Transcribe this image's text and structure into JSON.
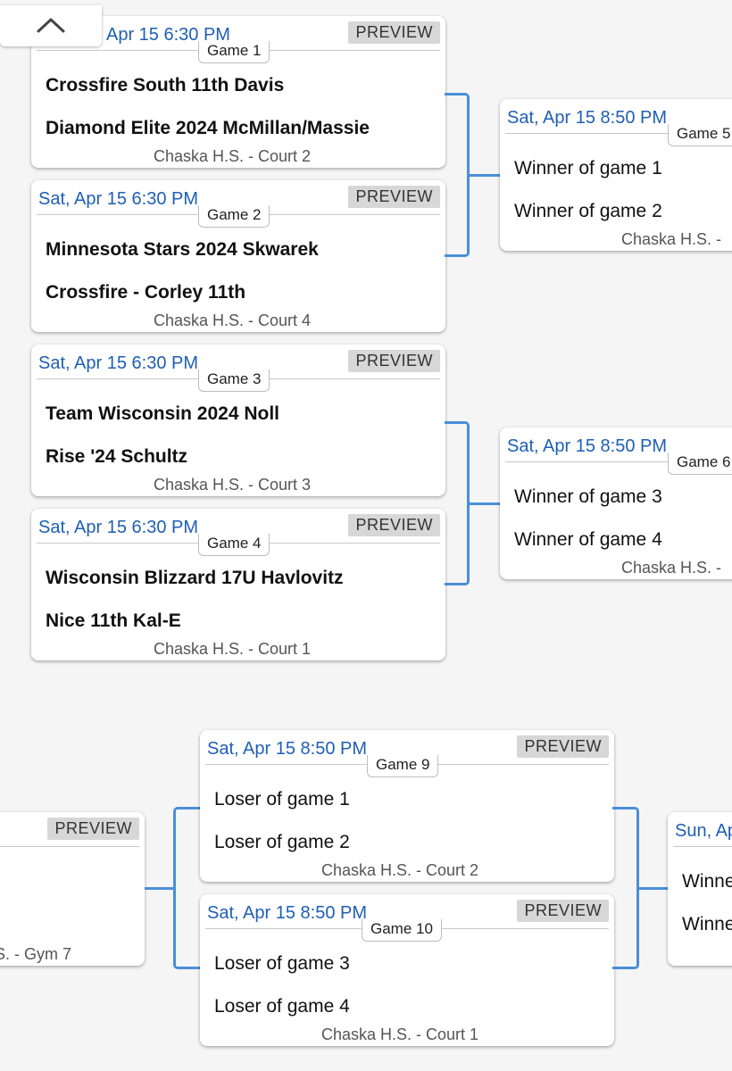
{
  "ui": {
    "preview": "PREVIEW",
    "collapse_icon": "chevron-up-icon"
  },
  "top": {
    "games": [
      {
        "datetime": "Apr 15 6:30 PM",
        "game": "Game 1",
        "team1": "Crossfire South 11th Davis",
        "team2": "Diamond Elite 2024 McMillan/Massie",
        "location": "Chaska H.S. - Court 2"
      },
      {
        "datetime": "Sat, Apr 15 6:30 PM",
        "game": "Game 2",
        "team1": "Minnesota Stars 2024 Skwarek",
        "team2": "Crossfire - Corley 11th",
        "location": "Chaska H.S. - Court 4"
      },
      {
        "datetime": "Sat, Apr 15 6:30 PM",
        "game": "Game 3",
        "team1": "Team Wisconsin 2024 Noll",
        "team2": "Rise '24 Schultz",
        "location": "Chaska H.S. - Court 3"
      },
      {
        "datetime": "Sat, Apr 15 6:30 PM",
        "game": "Game 4",
        "team1": "Wisconsin Blizzard 17U Havlovitz",
        "team2": "Nice 11th Kal-E",
        "location": "Chaska H.S. - Court 1"
      }
    ],
    "next": [
      {
        "datetime": "Sat, Apr 15 8:50 PM",
        "game": "Game 5",
        "team1": "Winner of game 1",
        "team2": "Winner of game 2",
        "location": "Chaska H.S. -"
      },
      {
        "datetime": "Sat, Apr 15 8:50 PM",
        "game": "Game 6",
        "team1": "Winner of game 3",
        "team2": "Winner of game 4",
        "location": "Chaska H.S. -"
      }
    ]
  },
  "bottom": {
    "left": {
      "location": "S. - Gym 7"
    },
    "games": [
      {
        "datetime": "Sat, Apr 15 8:50 PM",
        "game": "Game 9",
        "team1": "Loser of game 1",
        "team2": "Loser of game 2",
        "location": "Chaska H.S. - Court 2"
      },
      {
        "datetime": "Sat, Apr 15 8:50 PM",
        "game": "Game 10",
        "team1": "Loser of game 3",
        "team2": "Loser of game 4",
        "location": "Chaska H.S. - Court 1"
      }
    ],
    "right": {
      "datetime": "Sun, Ap",
      "team1": "Winne",
      "team2": "Winne"
    }
  }
}
